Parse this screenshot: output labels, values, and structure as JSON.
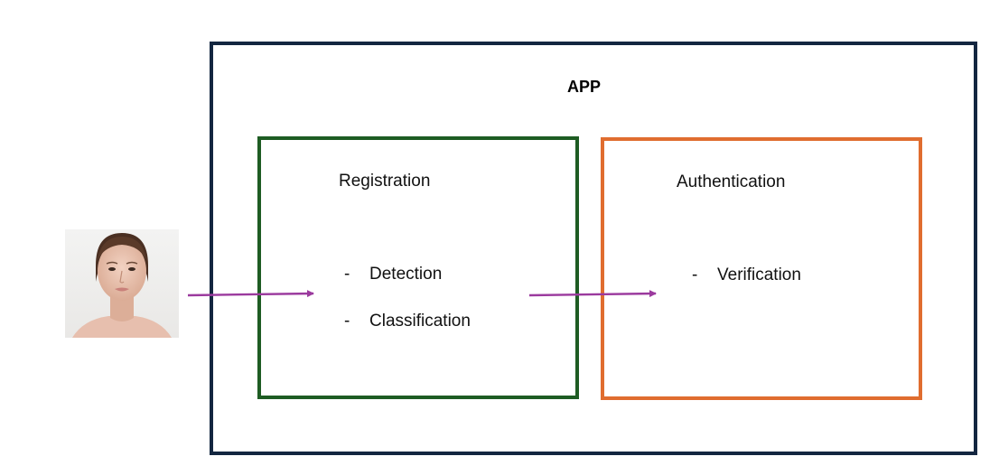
{
  "app": {
    "title": "APP",
    "border_color": "#132640"
  },
  "registration": {
    "title": "Registration",
    "border_color": "#1e5c23",
    "items": [
      {
        "dash": "-",
        "label": "Detection"
      },
      {
        "dash": "-",
        "label": "Classification"
      }
    ]
  },
  "authentication": {
    "title": "Authentication",
    "border_color": "#e06d2f",
    "items": [
      {
        "dash": "-",
        "label": "Verification"
      }
    ]
  },
  "arrow_color": "#9b3a9e",
  "input_image": {
    "icon": "face-photo-icon"
  }
}
